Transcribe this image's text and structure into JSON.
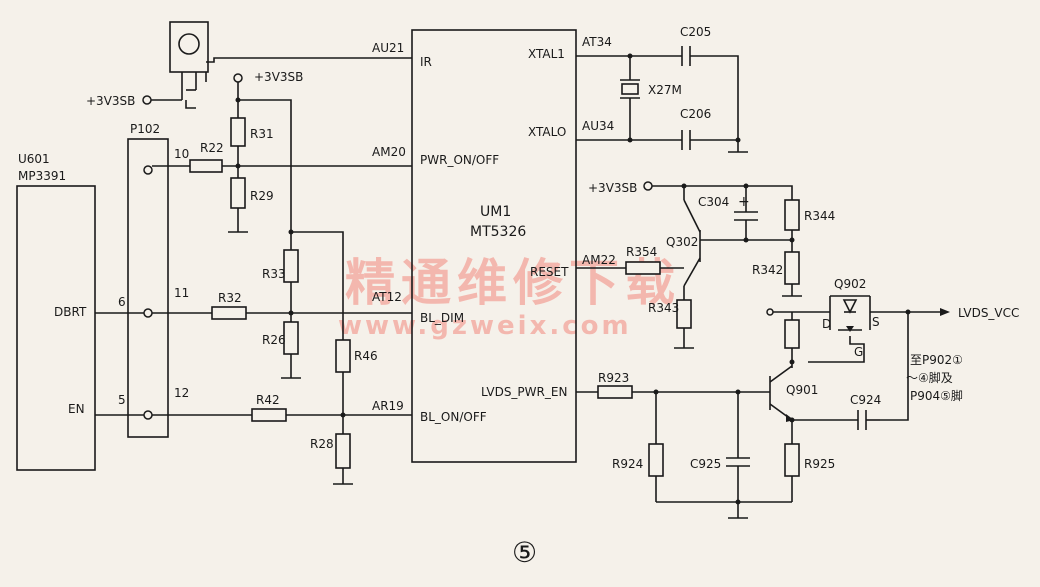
{
  "colors": {
    "ink": "#1a1a1a",
    "paper": "#f5f1ea",
    "watermark": "#f3a49a"
  },
  "figure_number": "⑤",
  "watermark": {
    "title": "精通维修下载",
    "url": "www.gzweix.com"
  },
  "power": {
    "v3sb_left": "+3V3SB",
    "v3sb_top": "+3V3SB",
    "v3sb_right": "+3V3SB"
  },
  "u601": {
    "ref": "U601",
    "part": "MP3391",
    "pins": {
      "dbrt_name": "DBRT",
      "dbrt_num": "6",
      "en_name": "EN",
      "en_num": "5"
    }
  },
  "p102": {
    "ref": "P102",
    "pins": [
      "10",
      "11",
      "12"
    ]
  },
  "um1": {
    "ref": "UM1",
    "part": "MT5326",
    "left_pins": [
      {
        "ball": "AU21",
        "name": "IR"
      },
      {
        "ball": "AM20",
        "name": "PWR_ON/OFF"
      },
      {
        "ball": "AT12",
        "name": "BL_DIM"
      },
      {
        "ball": "AR19",
        "name": "BL_ON/OFF"
      }
    ],
    "right_pins": [
      {
        "ball": "AT34",
        "name": "XTAL1"
      },
      {
        "ball": "AU34",
        "name": "XTALO"
      },
      {
        "ball": "AM22",
        "name": "RESET"
      },
      {
        "ball": "",
        "name": "LVDS_PWR_EN"
      }
    ]
  },
  "resistors": {
    "r22": "R22",
    "r31": "R31",
    "r29": "R29",
    "r33": "R33",
    "r26": "R26",
    "r32": "R32",
    "r46": "R46",
    "r42": "R42",
    "r28": "R28",
    "r354": "R354",
    "r343": "R343",
    "r344": "R344",
    "r342": "R342",
    "r923": "R923",
    "r924": "R924",
    "r925": "R925"
  },
  "capacitors": {
    "c205": "C205",
    "c206": "C206",
    "c304": "C304",
    "c925": "C925",
    "c924": "C924"
  },
  "crystal": "X27M",
  "transistors": {
    "q302": "Q302",
    "q901": "Q901",
    "q902": "Q902",
    "d": "D",
    "s": "S",
    "g": "G"
  },
  "output": {
    "net": "LVDS_VCC",
    "note_line1": "至P902①",
    "note_line2": "～④脚及",
    "note_line3": "P904⑤脚"
  }
}
